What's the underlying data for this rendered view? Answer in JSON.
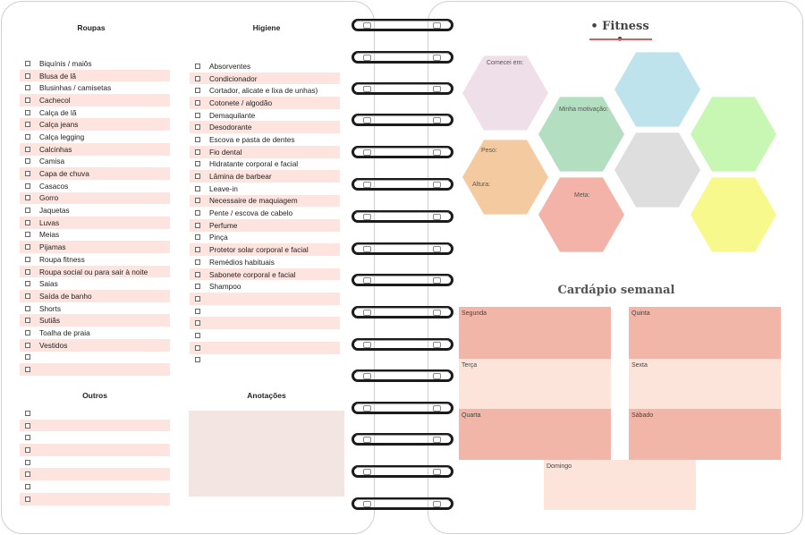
{
  "left_page": {
    "roupas": {
      "title": "Roupas",
      "items": [
        "Biquínis / maiôs",
        "Blusa de lã",
        "Blusinhas / camisetas",
        "Cachecol",
        "Calça de lã",
        "Calça jeans",
        "Calça legging",
        "Calcinhas",
        "Camisa",
        "Capa de chuva",
        "Casacos",
        "Gorro",
        "Jaquetas",
        "Luvas",
        "Meias",
        "Pijamas",
        "Roupa fitness",
        "Roupa social ou para sair à noite",
        "Saias",
        "Saída de banho",
        "Shorts",
        "Sutiãs",
        "Toalha de praia",
        "Vestidos",
        "",
        ""
      ]
    },
    "higiene": {
      "title": "Higiene",
      "items": [
        "Absorventes",
        "Condicionador",
        "Cortador, alicate e lixa de unhas)",
        "Cotonete / algodão",
        "Demaquilante",
        "Desodorante",
        "Escova e pasta de dentes",
        "Fio dental",
        "Hidratante corporal e facial",
        "Lâmina de barbear",
        "Leave-in",
        "Necessaire de maquiagem",
        "Pente / escova de cabelo",
        "Perfume",
        "Pinça",
        "Protetor solar corporal e facial",
        "Remédios habituais",
        "Sabonete corporal e facial",
        "Shampoo",
        "",
        "",
        "",
        "",
        "",
        ""
      ]
    },
    "outros": {
      "title": "Outros",
      "items": [
        "",
        "",
        "",
        "",
        "",
        "",
        "",
        ""
      ]
    },
    "anotacoes": {
      "title": "Anotações"
    }
  },
  "right_page": {
    "fitness": {
      "title": "• Fitness •",
      "hexagons": [
        {
          "label": "Comecei em:",
          "color": "#efdfe8"
        },
        {
          "label": "",
          "color": "#bfe3ec"
        },
        {
          "label": "Minha motivação:",
          "color": "#b4dec0"
        },
        {
          "label": "",
          "color": "#c8f7b4"
        },
        {
          "label": "Peso:",
          "color": "#f4cba0"
        },
        {
          "label": "Altura:",
          "color": "#f4cba0"
        },
        {
          "label": "",
          "color": "#dedede"
        },
        {
          "label": "Meta:",
          "color": "#f4b3a8"
        },
        {
          "label": "",
          "color": "#f7f98c"
        }
      ]
    },
    "menu": {
      "title": "Cardápio semanal",
      "days": {
        "segunda": "Segunda",
        "quinta": "Quinta",
        "terca": "Terça",
        "sexta": "Sexta",
        "quarta": "Quarta",
        "sabado": "Sábado",
        "domingo": "Domingo"
      }
    }
  }
}
